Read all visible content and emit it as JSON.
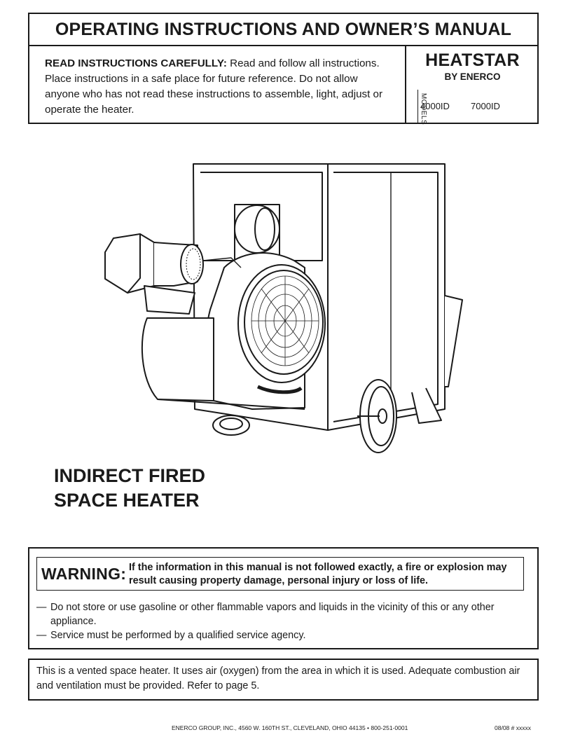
{
  "header": {
    "title": "OPERATING INSTRUCTIONS AND OWNER’S MANUAL",
    "read_lead": "READ INSTRUCTIONS CAREFULLY:",
    "read_body": " Read and follow all instructions. Place instructions in a safe place for future reference. Do not allow anyone who has not read these instructions to assemble, light, adjust or operate the heater.",
    "brand": "HEATSTAR",
    "brand_sub": "BY ENERCO",
    "models_label": "MODELS",
    "models": [
      "4000ID",
      "7000ID"
    ]
  },
  "product": {
    "line1": "INDIRECT FIRED",
    "line2": "SPACE HEATER"
  },
  "warning": {
    "label": "WARNING:",
    "text": "If the information in this manual is not followed exactly, a fire or explosion may result causing property damage, personal injury or loss of life.",
    "bullets": [
      "Do not store or use gasoline or other flammable vapors and liquids in the vicinity of this or any other appliance.",
      "Service must be performed by a qualified service agency."
    ],
    "dash": "—"
  },
  "vent_notice": "This is a vented space heater. It uses air (oxygen) from the area in which it is used. Adequate combustion air and ventilation must be provided. Refer to page 5.",
  "footer": {
    "address": "ENERCO GROUP, INC., 4560 W. 160TH ST., CLEVELAND, OHIO 44135 • 800-251-0001",
    "code": "08/08 # xxxxx"
  }
}
